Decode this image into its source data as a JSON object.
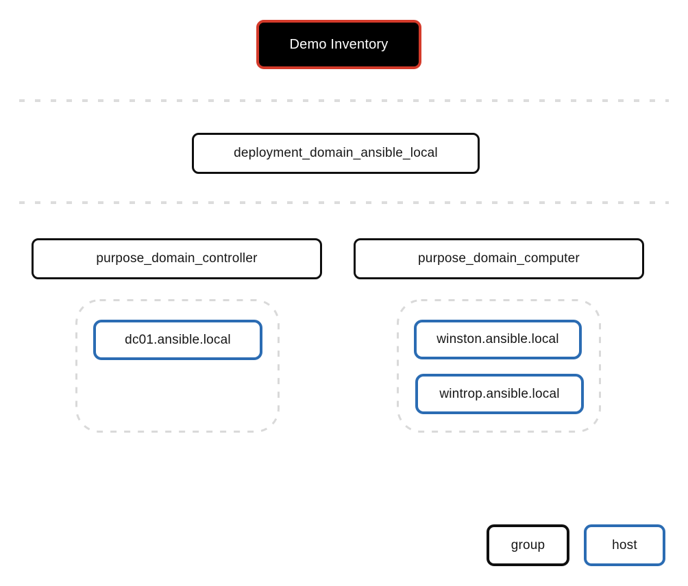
{
  "diagram": {
    "title": "Demo Inventory",
    "level1_group": "deployment_domain_ansible_local",
    "level2_groups": [
      {
        "name": "purpose_domain_controller",
        "hosts": [
          "dc01.ansible.local"
        ]
      },
      {
        "name": "purpose_domain_computer",
        "hosts": [
          "winston.ansible.local",
          "wintrop.ansible.local"
        ]
      }
    ],
    "legend": {
      "group_label": "group",
      "host_label": "host"
    },
    "colors": {
      "inventory_border": "#d43a2a",
      "inventory_fill": "#000000",
      "group_border": "#0f0f0f",
      "host_border": "#2b6cb3",
      "cluster_border": "#d9d9d9",
      "separator": "#dcdcdc",
      "text": "#151515"
    }
  }
}
